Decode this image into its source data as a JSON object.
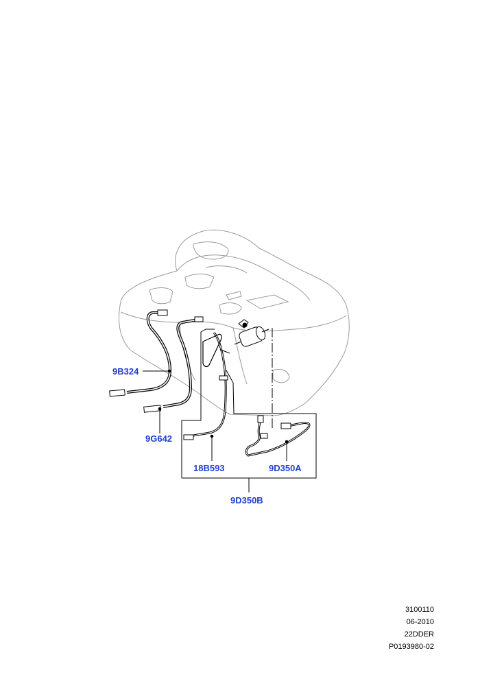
{
  "diagram": {
    "callouts": [
      {
        "id": "c1",
        "text": "9B324"
      },
      {
        "id": "c2",
        "text": "9G642"
      },
      {
        "id": "c3",
        "text": "18B593"
      },
      {
        "id": "c4",
        "text": "9D350A"
      },
      {
        "id": "c5",
        "text": "9D350B"
      }
    ],
    "colors": {
      "callout": "#1f3fd0",
      "outline": "#9a9a9a",
      "line": "#000000"
    }
  },
  "reference": {
    "line1": "3100110",
    "line2": "06-2010",
    "line3": "22DDER",
    "line4": "P0193980-02"
  }
}
